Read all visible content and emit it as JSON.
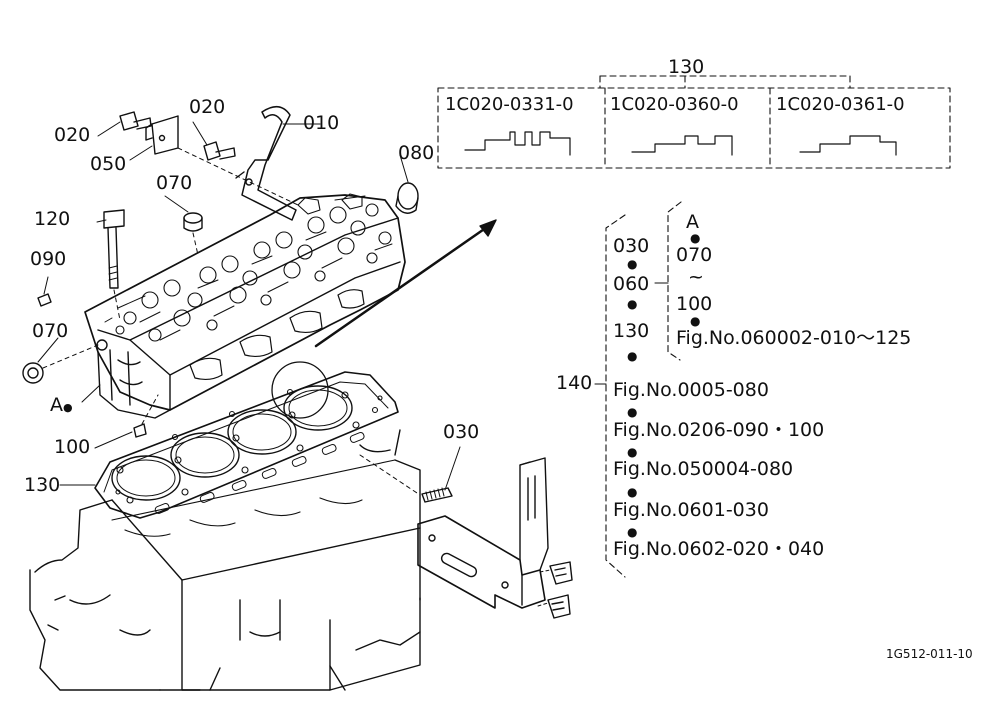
{
  "callouts": {
    "p010": "010",
    "p020a": "020",
    "p020b": "020",
    "p050": "050",
    "p070a": "070",
    "p070b": "070",
    "p080": "080",
    "p090": "090",
    "p100": "100",
    "p120": "120",
    "p130": "130",
    "p030": "030",
    "pointA": "A"
  },
  "gasket_variants": {
    "group_number": "130",
    "variants": [
      "1C020-0331-0",
      "1C020-0360-0",
      "1C020-0361-0"
    ]
  },
  "kit_140": {
    "number": "140",
    "inner_list": [
      "030",
      "060",
      "130"
    ],
    "subgroup": {
      "start": "A",
      "first": "070",
      "tilde": "~",
      "last": "100",
      "ref": "Fig.No.060002-010～125"
    },
    "references": [
      "Fig.No.0005-080",
      "Fig.No.0206-090・100",
      "Fig.No.050004-080",
      "Fig.No.0601-030",
      "Fig.No.0602-020・040"
    ]
  },
  "drawing_id": "1G512-011-10"
}
